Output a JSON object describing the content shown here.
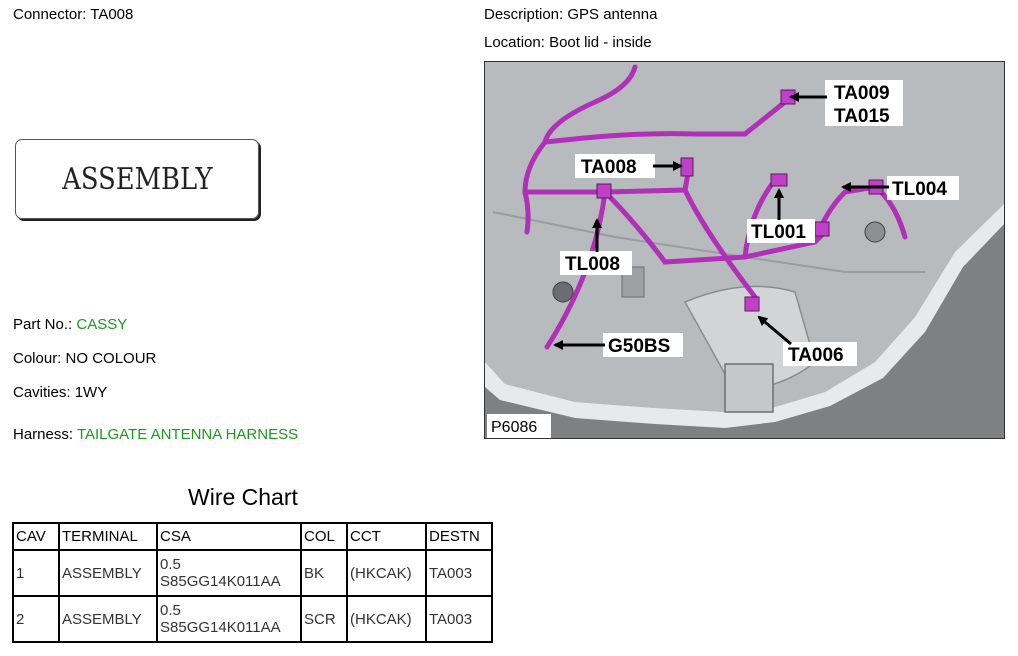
{
  "connector": {
    "label": "Connector:",
    "value": "TA008"
  },
  "description": {
    "label": "Description:",
    "value": "GPS antenna"
  },
  "location": {
    "label": "Location:",
    "value": "Boot lid - inside"
  },
  "assembly_label": "ASSEMBLY",
  "part_no": {
    "label": "Part No.:",
    "value": "CASSY"
  },
  "colour": {
    "label": "Colour:",
    "value": "NO COLOUR"
  },
  "cavities": {
    "label": "Cavities:",
    "value": "1WY"
  },
  "harness": {
    "label": "Harness:",
    "value": "TAILGATE ANTENNA HARNESS"
  },
  "figure": {
    "callouts": {
      "ta009": "TA009",
      "ta015": "TA015",
      "ta008": "TA008",
      "tl004": "TL004",
      "tl001": "TL001",
      "tl008": "TL008",
      "g50bs": "G50BS",
      "ta006": "TA006"
    },
    "picture_number": "P6086",
    "colors": {
      "harness": "#b030b8",
      "panel": "#b8bbbe",
      "background": "#7e8083"
    }
  },
  "wire_chart": {
    "title": "Wire Chart",
    "headers": [
      "CAV",
      "TERMINAL",
      "CSA",
      "COL",
      "CCT",
      "DESTN"
    ],
    "rows": [
      {
        "cav": "1",
        "terminal": "ASSEMBLY",
        "csa_size": "0.5",
        "csa_code": "S85GG14K011AA",
        "col": "BK",
        "cct": "(HKCAK)",
        "destn": "TA003"
      },
      {
        "cav": "2",
        "terminal": "ASSEMBLY",
        "csa_size": "0.5",
        "csa_code": "S85GG14K011AA",
        "col": "SCR",
        "cct": "(HKCAK)",
        "destn": "TA003"
      }
    ]
  }
}
